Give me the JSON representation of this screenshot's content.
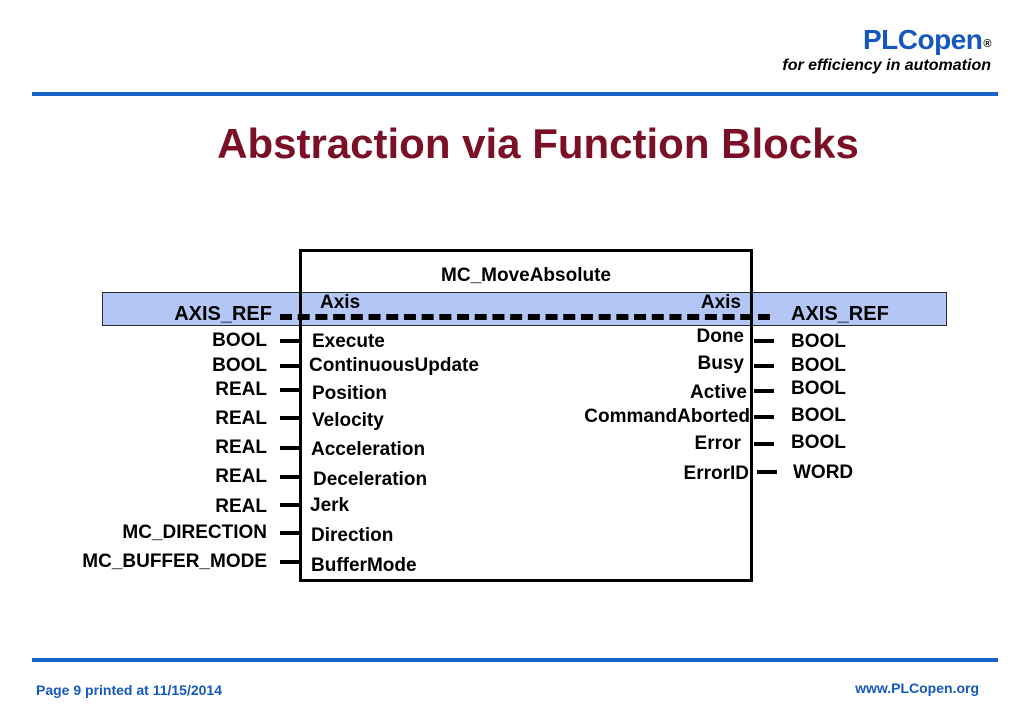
{
  "brand": {
    "name": "PLCopen",
    "registered": "®",
    "tagline": "for efficiency in automation"
  },
  "slide": {
    "title": "Abstraction via Function Blocks"
  },
  "function_block": {
    "name": "MC_MoveAbsolute",
    "inout_left": {
      "type": "AXIS_REF",
      "name": "Axis"
    },
    "inout_right": {
      "type": "AXIS_REF",
      "name": "Axis"
    },
    "inputs": [
      {
        "type": "BOOL",
        "name": "Execute"
      },
      {
        "type": "BOOL",
        "name": "ContinuousUpdate"
      },
      {
        "type": "REAL",
        "name": "Position"
      },
      {
        "type": "REAL",
        "name": "Velocity"
      },
      {
        "type": "REAL",
        "name": "Acceleration"
      },
      {
        "type": "REAL",
        "name": "Deceleration"
      },
      {
        "type": "REAL",
        "name": "Jerk"
      },
      {
        "type": "MC_DIRECTION",
        "name": "Direction"
      },
      {
        "type": "MC_BUFFER_MODE",
        "name": "BufferMode"
      }
    ],
    "outputs": [
      {
        "name": "Done",
        "type": "BOOL"
      },
      {
        "name": "Busy",
        "type": "BOOL"
      },
      {
        "name": "Active",
        "type": "BOOL"
      },
      {
        "name": "CommandAborted",
        "type": "BOOL"
      },
      {
        "name": "Error",
        "type": "BOOL"
      },
      {
        "name": "ErrorID",
        "type": "WORD"
      }
    ]
  },
  "footer": {
    "page_label": "Page 9 printed at 11/15/2014",
    "url": "www.PLCopen.org"
  },
  "colors": {
    "brand_blue": "#1558c0",
    "rule_blue": "#1763c7",
    "title_red": "#7a0f25",
    "band_fill": "#b4c6f5"
  }
}
